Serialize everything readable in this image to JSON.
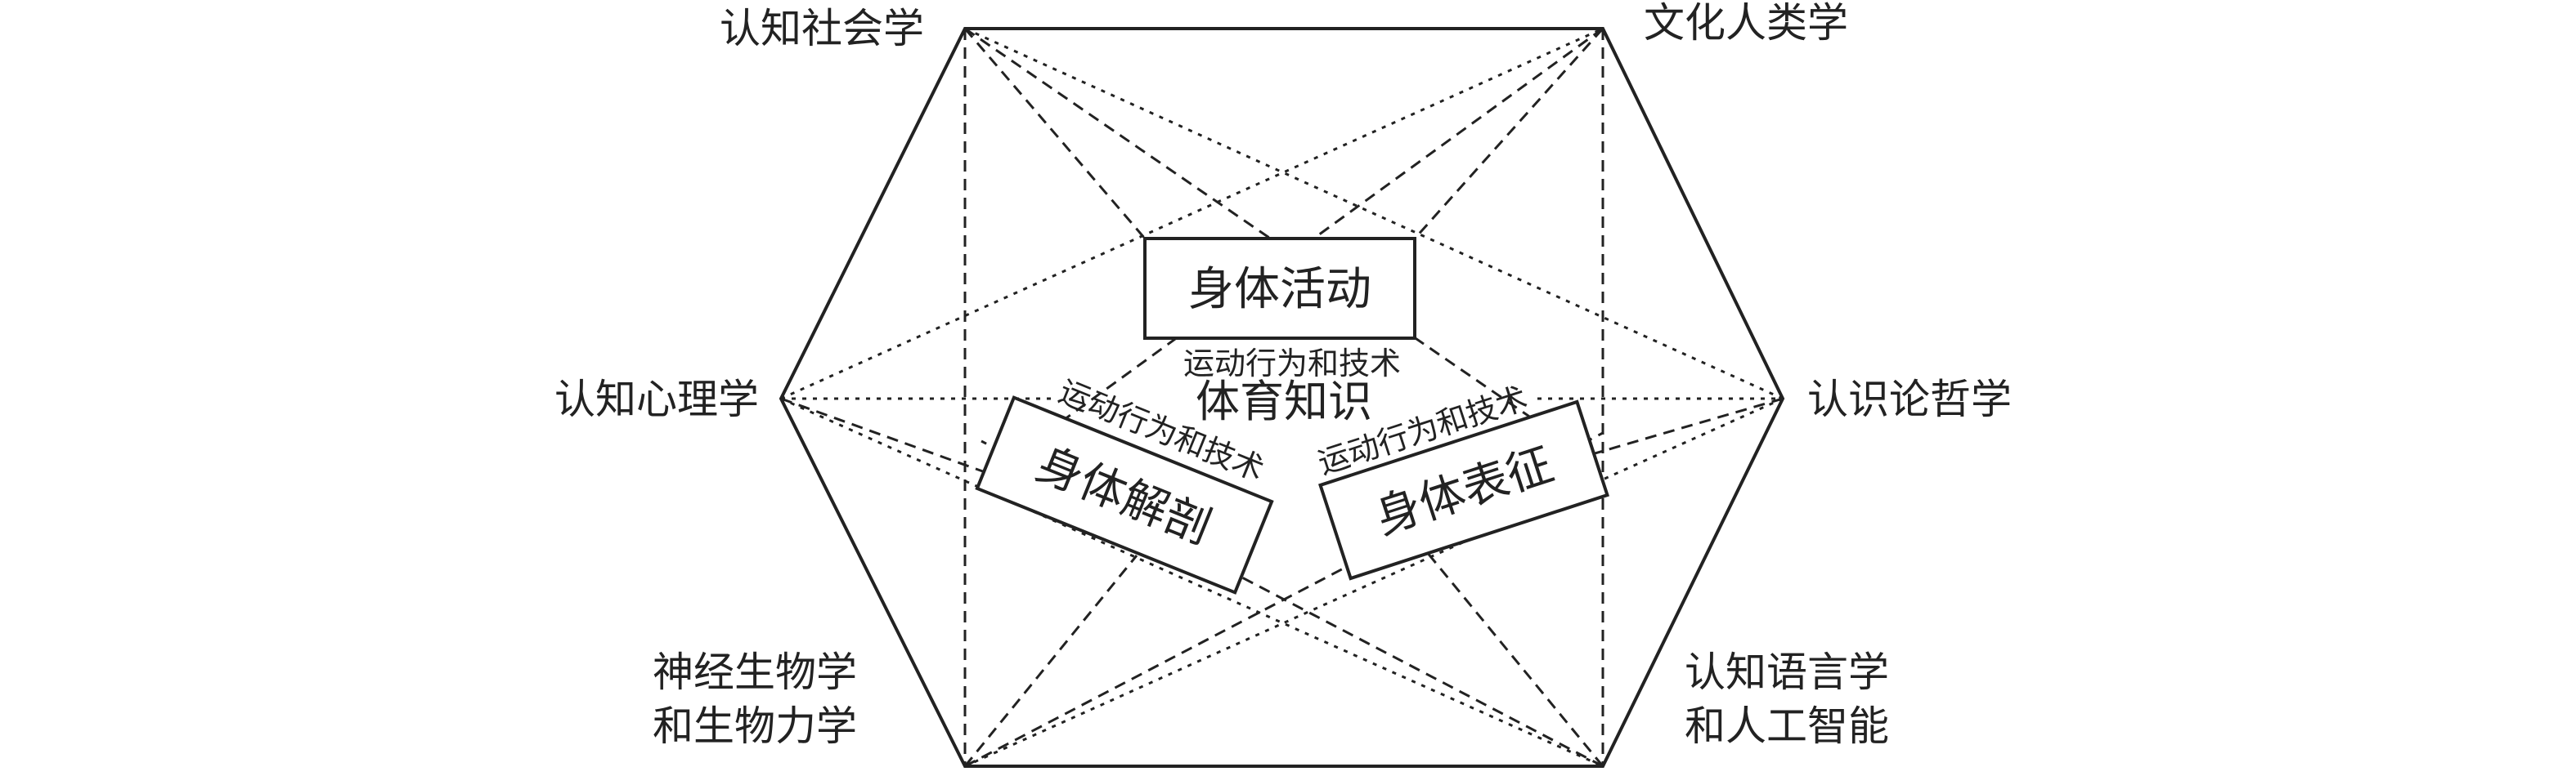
{
  "diagram": {
    "disciplines": {
      "cognitive_sociology": "认知社会学",
      "cultural_anthropology": "文化人类学",
      "cognitive_psychology": "认知心理学",
      "epistemology": "认识论哲学",
      "neurobiology_line1": "神经生物学",
      "neurobiology_line2": "和生物力学",
      "linguistics_line1": "认知语言学",
      "linguistics_line2": "和人工智能"
    },
    "center_label": "体育知识",
    "boxes": {
      "activity": {
        "label": "身体活动",
        "sublabel": "运动行为和技术"
      },
      "anatomy": {
        "label": "身体解剖",
        "sublabel": "运动行为和技术"
      },
      "representation": {
        "label": "身体表征",
        "sublabel": "运动行为和技术"
      }
    }
  }
}
